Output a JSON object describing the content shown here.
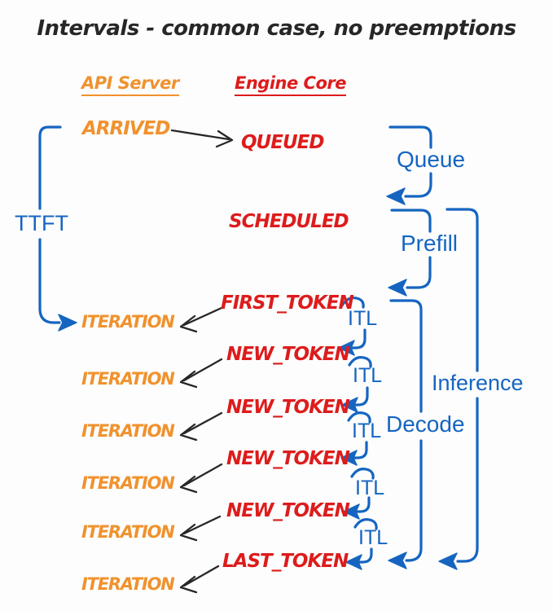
{
  "title": "Intervals - common case, no preemptions",
  "columns": {
    "api_server": "API Server",
    "engine_core": "Engine Core"
  },
  "events": {
    "arrived": "ARRIVED",
    "queued": "QUEUED",
    "scheduled": "SCHEDULED",
    "first_token": "FIRST_TOKEN",
    "new_token": "NEW_TOKEN",
    "last_token": "LAST_TOKEN",
    "iteration": "ITERATION"
  },
  "intervals": {
    "ttft": "TTFT",
    "queue": "Queue",
    "prefill": "Prefill",
    "itl": "ITL",
    "decode": "Decode",
    "inference": "Inference"
  },
  "colors": {
    "blue": "#1565C0",
    "orange": "#F0922E",
    "red": "#DD1C1C",
    "ink": "#272727",
    "background": "#FDFDFD"
  }
}
